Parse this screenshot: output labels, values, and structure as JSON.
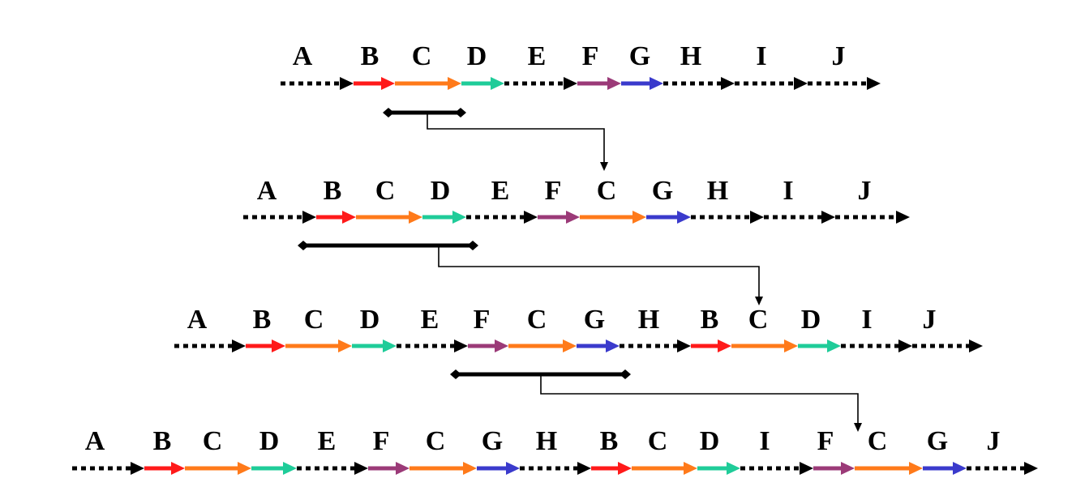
{
  "colors": {
    "B": "#ff1a1a",
    "C": "#ff7a1a",
    "D": "#1fcc99",
    "F": "#9b3a78",
    "G": "#3a3acc",
    "intergenic": "#000000"
  },
  "rows": [
    {
      "labels": [
        "A",
        "B",
        "C",
        "D",
        "E",
        "F",
        "G",
        "H",
        "I",
        "J"
      ],
      "segments": [
        "dash",
        "B",
        "C",
        "D",
        "dash",
        "F",
        "G",
        "dash",
        "dash",
        "dash"
      ]
    },
    {
      "labels": [
        "A",
        "B",
        "C",
        "D",
        "E",
        "F",
        "C",
        "G",
        "H",
        "I",
        "J"
      ],
      "segments": [
        "dash",
        "B",
        "C",
        "D",
        "dash",
        "F",
        "C",
        "G",
        "dash",
        "dash",
        "dash"
      ]
    },
    {
      "labels": [
        "A",
        "B",
        "C",
        "D",
        "E",
        "F",
        "C",
        "G",
        "H",
        "B",
        "C",
        "D",
        "I",
        "J"
      ],
      "segments": [
        "dash",
        "B",
        "C",
        "D",
        "dash",
        "F",
        "C",
        "G",
        "dash",
        "B",
        "C",
        "D",
        "dash",
        "dash"
      ]
    },
    {
      "labels": [
        "A",
        "B",
        "C",
        "D",
        "E",
        "F",
        "C",
        "G",
        "H",
        "B",
        "C",
        "D",
        "I",
        "F",
        "C",
        "G",
        "J"
      ],
      "segments": [
        "dash",
        "B",
        "C",
        "D",
        "dash",
        "F",
        "C",
        "G",
        "dash",
        "B",
        "C",
        "D",
        "dash",
        "F",
        "C",
        "G",
        "dash"
      ]
    }
  ]
}
